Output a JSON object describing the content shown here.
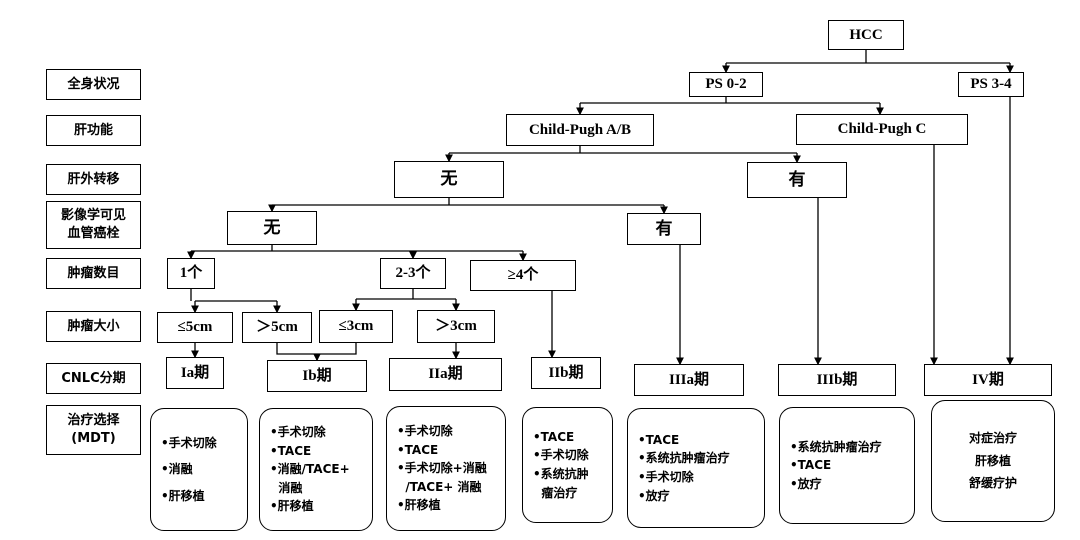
{
  "row_labels": {
    "general": "全身状况",
    "liver": "肝功能",
    "meta": "肝外转移",
    "vasc_1": "影像学可见",
    "vasc_2": "血管癌栓",
    "count": "肿瘤数目",
    "size": "肿瘤大小",
    "cnlc": "CNLC分期",
    "treat_1": "治疗选择",
    "treat_2": "(MDT)"
  },
  "nodes": {
    "hcc": "HCC",
    "ps02": "PS 0-2",
    "ps34": "PS 3-4",
    "cpab": "Child-Pugh A/B",
    "cpc": "Child-Pugh C",
    "meta_no": "无",
    "meta_yes": "有",
    "vasc_no": "无",
    "vasc_yes": "有",
    "count_1": "1个",
    "count_23": "2-3个",
    "count_4": "≥4个",
    "size_le5": "≤5cm",
    "size_gt5": "＞5cm",
    "size_le3": "≤3cm",
    "size_gt3": "＞3cm"
  },
  "stages": {
    "ia": "Ia期",
    "ib": "Ib期",
    "iia": "IIa期",
    "iib": "IIb期",
    "iiia": "IIIa期",
    "iiib": "IIIb期",
    "iv": "IV期"
  },
  "treatments": {
    "ia": [
      "•手术切除",
      "•消融",
      "•肝移植"
    ],
    "ib": [
      "•手术切除",
      "•TACE",
      "•消融/TACE+",
      "  消融",
      "•肝移植"
    ],
    "iia": [
      "•手术切除",
      "•TACE",
      "•手术切除+消融",
      "  /TACE+ 消融",
      "•肝移植"
    ],
    "iib": [
      "•TACE",
      "•手术切除",
      "•系统抗肿",
      "  瘤治疗"
    ],
    "iiia": [
      "•TACE",
      "•系统抗肿瘤治疗",
      "•手术切除",
      "•放疗"
    ],
    "iiib": [
      "•系统抗肿瘤治疗",
      "•TACE",
      "•放疗"
    ],
    "iv": [
      "对症治疗",
      "肝移植",
      "舒缓疗护"
    ]
  }
}
